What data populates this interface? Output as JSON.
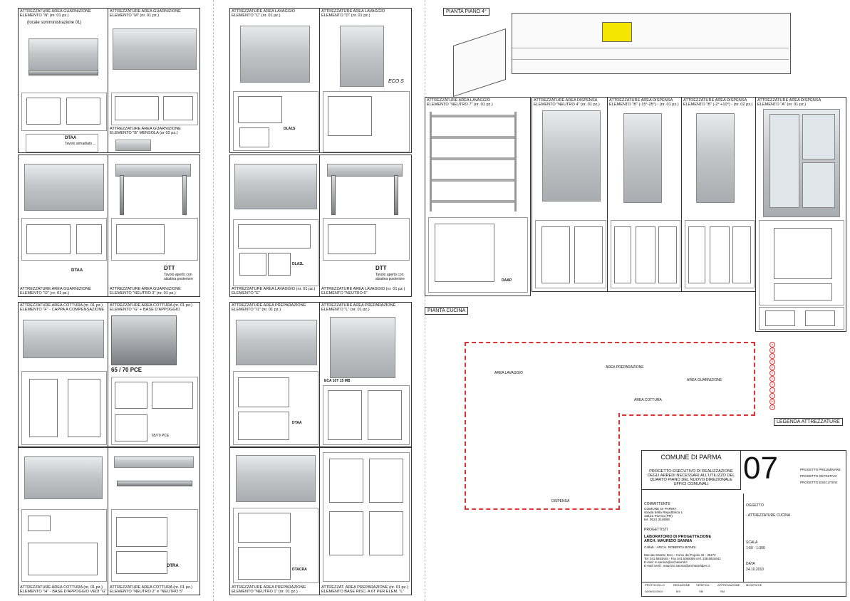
{
  "columns": {
    "c1": {
      "p1": {
        "top": "ATTREZZATURE AREA GUARNIZIONE\nELEMENTO \"N\" (nr. 01 pz.)",
        "sub": "(locale somministrazione 01)",
        "label": "DTAA",
        "desc": "Tavolo armadiato ..."
      },
      "p2": {
        "top": "ATTREZZATURE AREA GUARNIZIONE\nELEMENTO \"M\" (nr. 01 pz.)",
        "sub2": "ATTREZZATURE AREA GUARNIZIONE\nELEMENTO \"B\" MENSOLA (nr 02 pz.)"
      },
      "p3": {
        "label": "DTAA",
        "bottom": "ATTREZZATURE AREA GUARNIZIONE\nELEMENTO \"I2\" (nr. 01 pz.)"
      },
      "p4": {
        "label": "DTT",
        "desc": "Tavolo aperto con alzatina posteriore",
        "bottom": "ATTREZZATURE AREA GUARNIZIONE\nELEMENTO \"NEUTRO 3\" (nr. 01 pz.)"
      },
      "p5": {
        "top": "ATTREZZATURE AREA COTTURA (nr. 01 pz.)\nELEMENTO \"F\" - CAPPA A COMPENSAZIONE"
      },
      "p6": {
        "top": "ATTREZZATURE AREA COTTURA (nr. 01 pz.)\nELEMENTO \"G\" + BASE D'APPOGGIO",
        "label": "65 / 70 PCE",
        "label2": "65/70 PCE"
      },
      "p7": {
        "bottom": "ATTREZZATURE AREA COTTURA (nr. 01 pz.)\nELEMENTO \"H\" - BASE D'APPOGGIO VEDI \"G\""
      },
      "p8": {
        "label": "DTRA",
        "bottom": "ATTREZZATURE AREA COTTURA (nr. 01 pz.)\nELEMENTO \"NEUTRO 2\" e \"NEUTRO 5\""
      }
    },
    "c2": {
      "p1": {
        "top": "ATTREZZATURE AREA LAVAGGIO\nELEMENTO \"C\" (nr. 01 pz.)",
        "label": "DLA1S"
      },
      "p2": {
        "top": "ATTREZZATURE AREA LAVAGGIO\nELEMENTO \"D\" (nr. 01 pz.)",
        "brand": "ECO S"
      },
      "p3": {
        "label": "DLA2L",
        "bottom": "ATTREZZATURE AREA LAVAGGIO (nr. 01 pz.)\nELEMENTO \"E\""
      },
      "p4": {
        "label": "DTT",
        "desc": "Tavolo aperto con alzatina posteriore",
        "bottom": "ATTREZZATURE AREA LAVAGGIO (nr. 01 pz.)\nELEMENTO \"NEUTRO 6\""
      },
      "p5": {
        "top": "ATTREZZATURE AREA PREPARAZIONE\nELEMENTO \"I1\" (nr. 01 pz.)",
        "label": "DTAA"
      },
      "p6": {
        "top": "ATTREZZATURE AREA PREPARAZIONE\nELEMENTO \"L\" (nr. 01 pz.)",
        "label": "ECA 10T 15 MB"
      },
      "p7": {
        "label": "DTACRA",
        "bottom": "ATTREZZATURE AREA PREPARAZIONE\nELEMENTO \"NEUTRO 1\" (nr. 01 pz.)"
      },
      "p8": {
        "bottom": "ATTREZZAT. AREA PREPARAZIONE (nr. 01 pz.)\nELEMENTO BASE RISC. A 6T PER ELEM. \"L\""
      }
    }
  },
  "right": {
    "floor_title": "PIANTA PIANO 4°",
    "kitchen_title": "PIANTA CUCINA",
    "legend_title": "LEGENDA ATTREZZATURE",
    "q1": {
      "top": "ATTREZZATURE AREA LAVAGGIO\nELEMENTO \"NEUTRO 7\" (nr. 01 pz.)",
      "label": "DAAP"
    },
    "q2": {
      "top": "ATTREZZATURE AREA DISPENSA\nELEMENTO \"NEUTRO 4\" (nr. 01 pz.)"
    },
    "q3": {
      "top": "ATTREZZATURE AREA DISPENSA\nELEMENTO \"B\" (-15°-25°) - (nr. 01 pz.)"
    },
    "q4": {
      "top": "ATTREZZATURE AREA DISPENSA\nELEMENTO \"B\" (-2° +10°) - (nr. 02 pz.)"
    },
    "q5": {
      "top": "ATTREZZATURE AREA DISPENSA\nELEMENTO \"A\" (nr. 01 pz.)"
    },
    "kitchen_areas": [
      "AREA LAVAGGIO",
      "AREA PREPARAZIONE",
      "AREA GUARNIZIONE",
      "AREA COTTURA",
      "DISPENSA"
    ],
    "legend_letters": [
      "A",
      "B",
      "C",
      "D",
      "E",
      "F",
      "G",
      "H",
      "I",
      "L",
      "M",
      "N"
    ]
  },
  "title_block": {
    "client": "COMUNE DI PARMA",
    "project": "PROGETTO ESECUTIVO DI REALIZZAZIONE\nDEGLI ARREDI NECESSARI ALL'UTILIZZO DEL\nQUARTO PIANO DEL NUOVO DIREZIONALE\nUFFICI COMUNALI",
    "number": "07",
    "phases": [
      "PROGETTO PRELIMINARE",
      "PROGETTO DEFINITIVO",
      "PROGETTO ESECUTIVO"
    ],
    "committente_label": "COMMITTENTE",
    "committente": "COMUNE DI PARMA\nstrada della Repubblica 1\n43121 Parma (PR)\ntel. 0521 218088",
    "progettisti_label": "PROGETTISTI",
    "progettisti": "LABORATORIO DI PROGETTAZIONE\nARCH. MAURIZIO SANNIA",
    "collab": "Collab.: ARCH. ROBERTA BONDI",
    "address": "Mercato Mostre Zero - Corso del Popolo 32 - 35172\nTel. 041.5553445 - Fax 041.5059359 cell. 338.6824642\nE-mail: m.sannia@archiworld.it\nE-mail certif.: maurizio.sannia@archiworldpec.it",
    "oggetto_label": "OGGETTO",
    "oggetto": "- ATTREZZATURE CUCINA",
    "scala_label": "SCALA",
    "scala": "1:50 - 1:300",
    "data_label": "DATA",
    "data": "24.10.2010",
    "foot_headers": [
      "PROTOCOLLO",
      "REDAZIONE",
      "VERIFICA",
      "APPROVAZIONE",
      "MODIFICHE"
    ],
    "foot_values": [
      "26/06/10/2010",
      "MS",
      "SM",
      "SM",
      ""
    ]
  }
}
